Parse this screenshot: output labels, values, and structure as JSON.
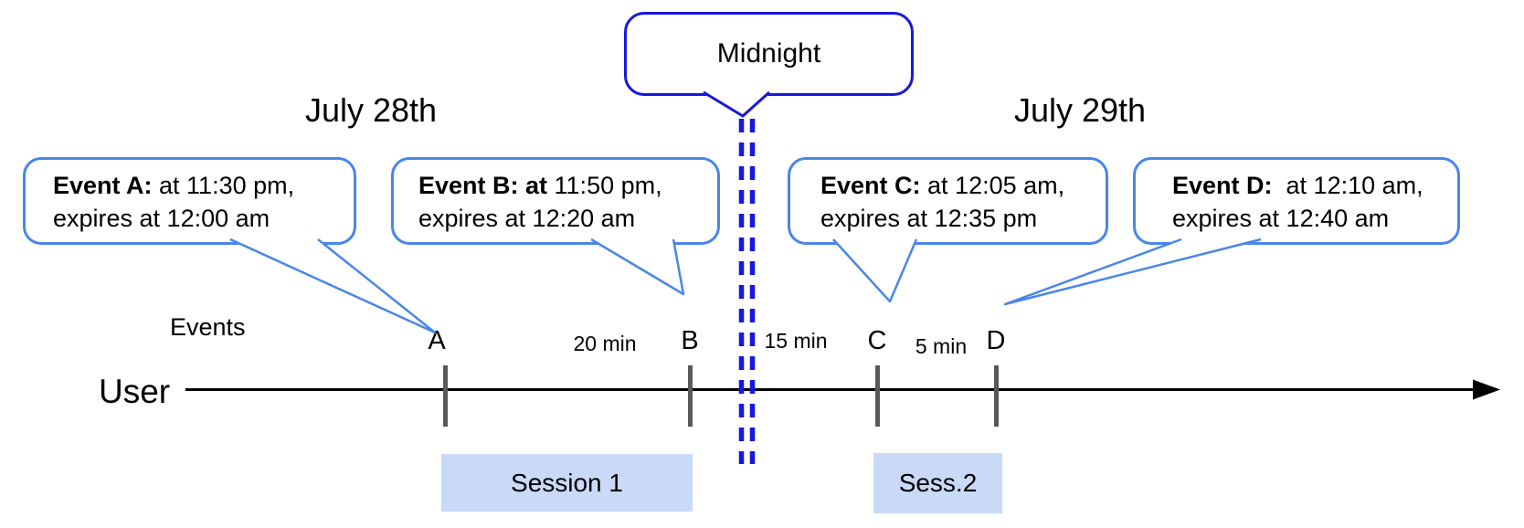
{
  "dates": {
    "left": "July 28th",
    "right": "July 29th"
  },
  "midnight_callout": {
    "label": "Midnight"
  },
  "event_callouts": [
    {
      "bold": "Event A:",
      "line1_rest": " at 11:30 pm,",
      "line2": "expires at 12:00 am"
    },
    {
      "bold": "Event B: at",
      "line1_rest": " 11:50 pm,",
      "line2": "expires at 12:20 am"
    },
    {
      "bold": "Event C:",
      "line1_rest": " at 12:05 am,",
      "line2": "expires at 12:35 pm"
    },
    {
      "bold": "Event D:",
      "line1_rest": "  at 12:10 am,",
      "line2": "expires at 12:40 am"
    }
  ],
  "timeline": {
    "row_label_events": "Events",
    "row_label_user": "User",
    "ticks": [
      "A",
      "B",
      "C",
      "D"
    ],
    "intervals": [
      "20 min",
      "15 min",
      "5 min"
    ]
  },
  "sessions": [
    {
      "label": "Session 1"
    },
    {
      "label": "Sess.2"
    }
  ],
  "colors": {
    "callout_border": "#4a86e8",
    "midnight_blue": "#1717dd",
    "session_fill": "#c9daf8",
    "tick_gray": "#595959",
    "axis_black": "#000000"
  }
}
